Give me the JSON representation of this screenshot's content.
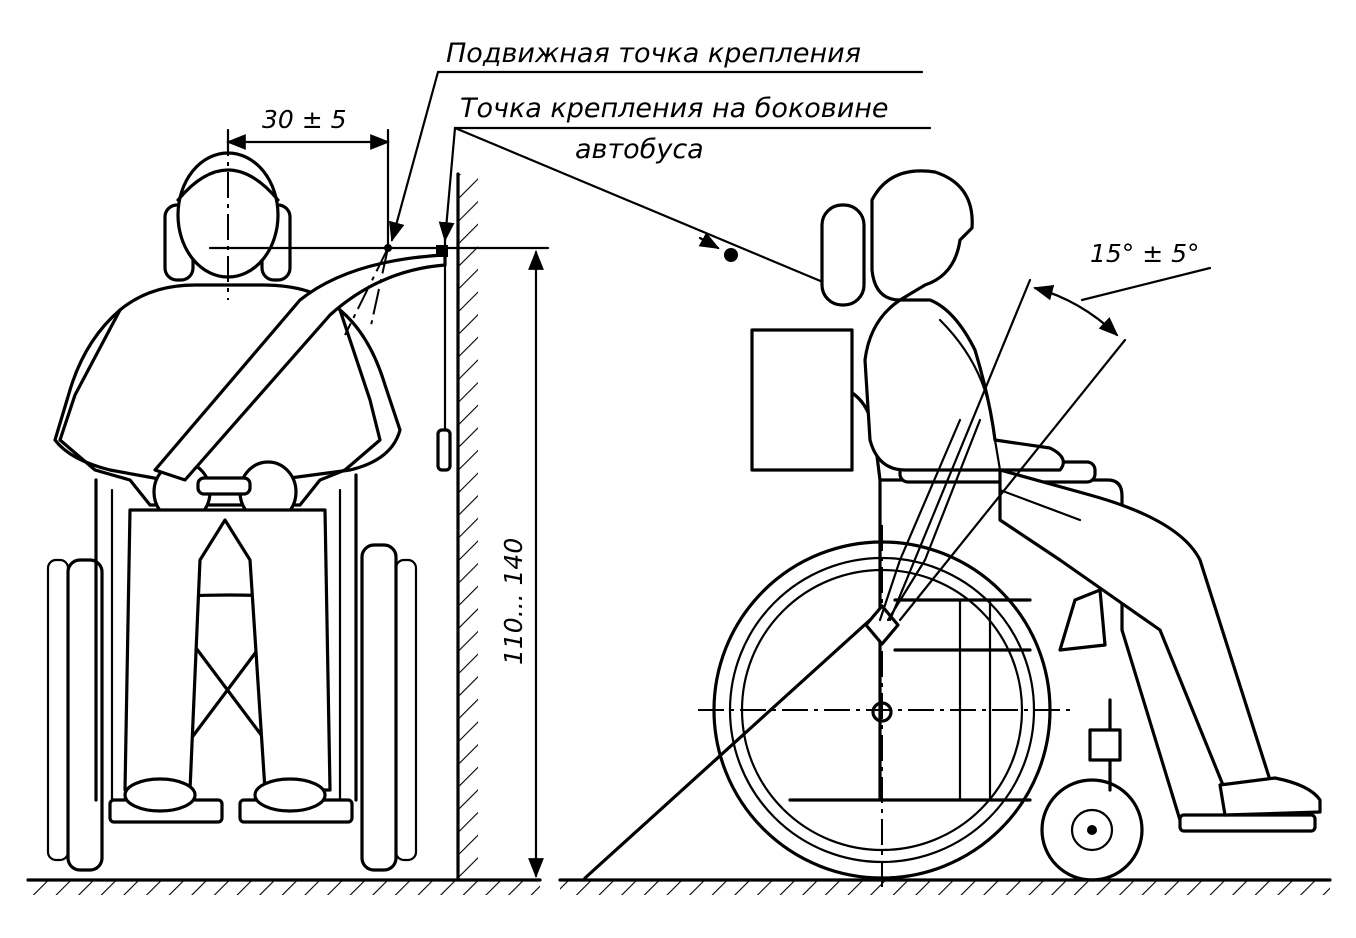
{
  "labels": {
    "movable_anchor": "Подвижная точка крепления",
    "side_anchor_line1": "Точка крепления на боковине",
    "side_anchor_line2": "автобуса"
  },
  "dimensions": {
    "horizontal_offset": "30 ± 5",
    "height_range": "110... 140",
    "belt_angle": "15° ± 5°"
  }
}
